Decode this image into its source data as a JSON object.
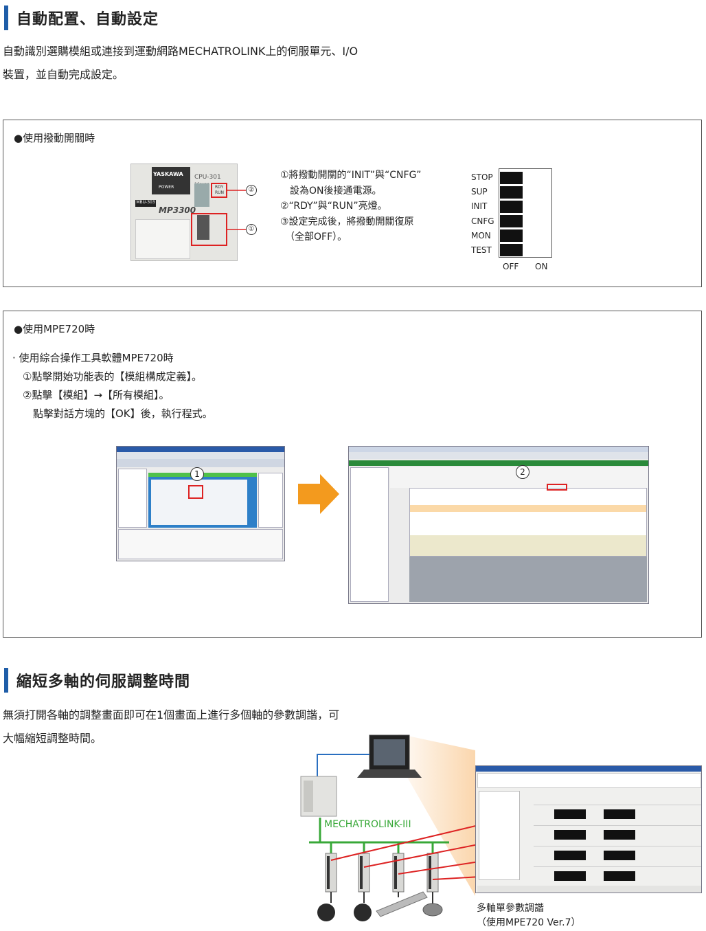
{
  "section1": {
    "title": "自動配置、自動設定",
    "desc_line1": "自動識別選購模組或連接到運動網路MECHATROLINK上的伺服單元、I/O",
    "desc_line2": "裝置，並自動完成設定。"
  },
  "panel_dip": {
    "heading": "●使用撥動開關時",
    "module": {
      "brand": "YASKAWA",
      "power_label": "POWER",
      "model": "CPU-301",
      "model_suffix": "16axes",
      "mbu_label": "MBU-303",
      "series_mark": "MP3300",
      "led_rdy": "RDY",
      "led_run": "RUN",
      "callout1": "①",
      "callout2": "②"
    },
    "steps": [
      "①將撥動開關的“INIT”與“CNFG”",
      "　設為ON後接通電源。",
      "②“RDY”與“RUN”亮燈。",
      "③設定完成後，將撥動開關復原",
      "　（全部OFF）。"
    ],
    "switch_labels": [
      "STOP",
      "SUP",
      "INIT",
      "CNFG",
      "MON",
      "TEST"
    ],
    "axis_off": "OFF",
    "axis_on": "ON"
  },
  "panel_mpe": {
    "heading": "●使用MPE720時",
    "lines": [
      "· 使用綜合操作工具軟體MPE720時",
      "　①點擊開始功能表的【模組構成定義】。",
      "　②點擊【模組】→【所有模組】。",
      "　　點擊對話方塊的【OK】後，執行程式。"
    ],
    "callout1": "1",
    "callout2": "2",
    "arrow_color": "#f39a1e"
  },
  "section2": {
    "title": "縮短多軸的伺服調整時間",
    "desc_line1": "無須打開各軸的調整畫面即可在1個畫面上進行多個軸的參數調諧，可",
    "desc_line2": "大幅縮短調整時間。",
    "network_label": "MECHATROLINK-III",
    "caption_line1": "多軸單參數調諧",
    "caption_line2": "（使用MPE720 Ver.7）"
  },
  "colors": {
    "title_bar": "#1f5da8",
    "callout_red": "#dd2222",
    "network_green": "#38a838",
    "network_blue": "#2a6fc0",
    "highlight_orange": "#f7b56a"
  }
}
